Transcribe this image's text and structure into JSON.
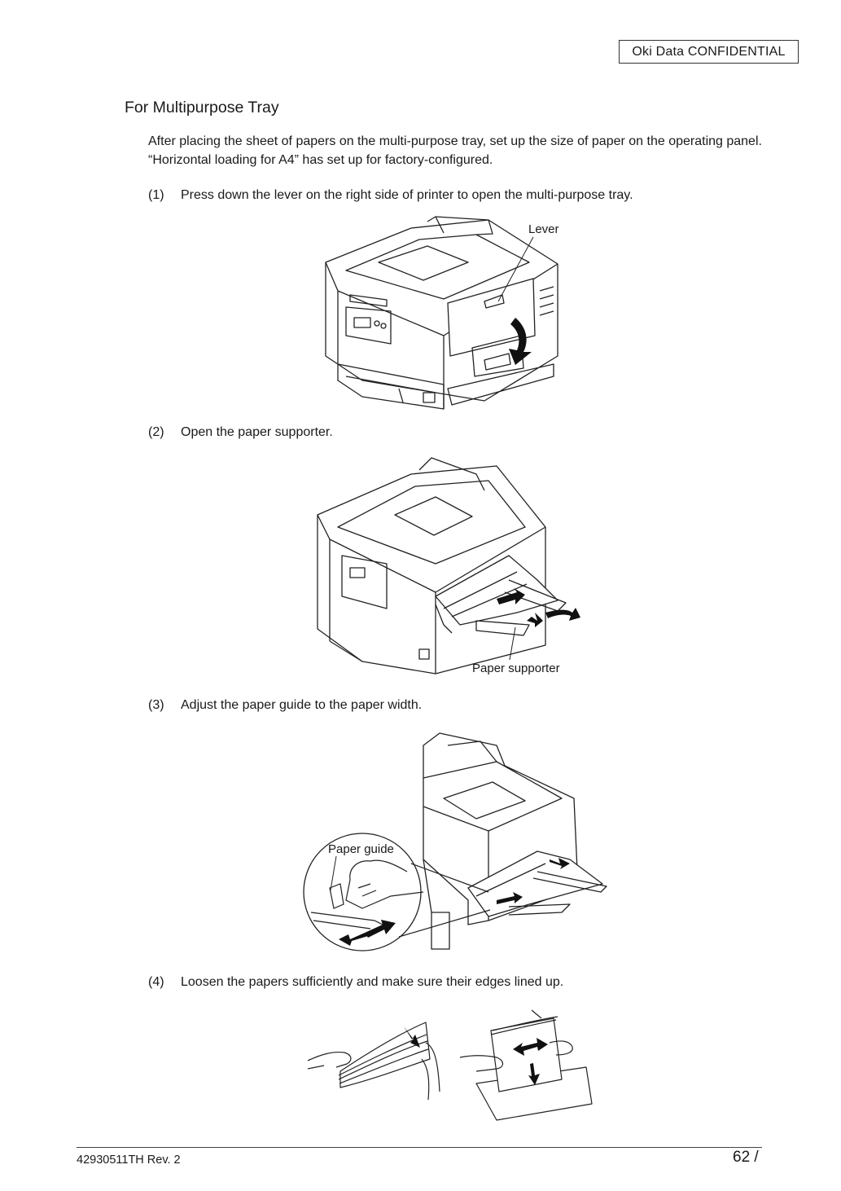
{
  "header": {
    "confidential_badge": "Oki  Data  CONFIDENTIAL"
  },
  "section": {
    "title": "For Multipurpose Tray",
    "intro": "After placing the sheet of papers on the multi-purpose tray, set up the size of paper on the operating panel. “Horizontal loading for A4” has set up for factory-configured."
  },
  "steps": [
    {
      "number": "(1)",
      "text": "Press down the lever on the right side of printer to open the multi-purpose tray."
    },
    {
      "number": "(2)",
      "text": "Open the paper supporter."
    },
    {
      "number": "(3)",
      "text": "Adjust the paper guide to the paper width."
    },
    {
      "number": "(4)",
      "text": "Loosen the papers sufficiently and make sure their edges lined up."
    }
  ],
  "figures": {
    "fig1_callout": "Lever",
    "fig2_callout": "Paper supporter",
    "fig3_callout": "Paper guide"
  },
  "footer": {
    "doc_id": "42930511TH  Rev. 2",
    "page": "62 /"
  }
}
